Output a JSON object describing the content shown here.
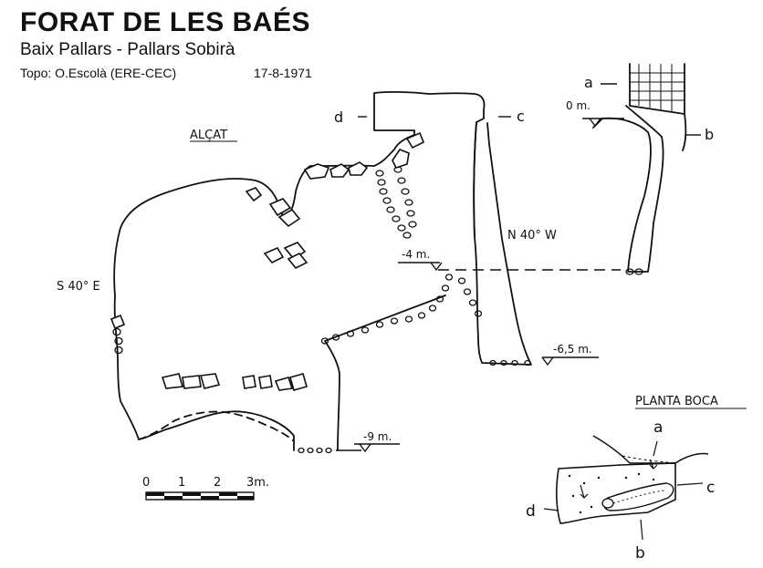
{
  "header": {
    "title": "FORAT DE LES BAÉS",
    "subtitle": "Baix Pallars - Pallars Sobirà",
    "credit": "Topo: O.Escolà (ERE-CEC)",
    "date": "17-8-1971"
  },
  "elevation": {
    "heading": "ALÇAT",
    "direction_left": "S 40° E",
    "direction_right": "N 40° W",
    "levels": [
      "0 m.",
      "-4 m.",
      "-6,5 m.",
      "-9 m."
    ],
    "section_marks": [
      "a",
      "b",
      "c",
      "d"
    ]
  },
  "scale_bar": {
    "ticks": [
      "0",
      "1",
      "2",
      "3m."
    ]
  },
  "plan_entrance": {
    "heading": "PLANTA BOCA",
    "marks": [
      "a",
      "b",
      "c",
      "d"
    ]
  }
}
